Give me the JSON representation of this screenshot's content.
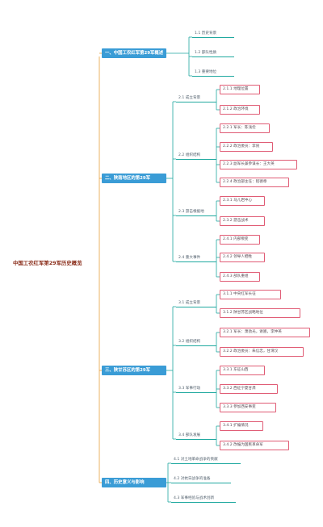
{
  "root": {
    "label": "中国工农红军第29军历史概览"
  },
  "sections": [
    {
      "label": "一、中国工农红军第29军概述",
      "items": [
        "1.1 历史背景",
        "1.2 部队性质",
        "1.3 重要地位"
      ]
    },
    {
      "label": "二、陕南地区的第29军",
      "subsections": [
        {
          "label": "2.1 成立背景",
          "items": [
            "2.1.1 地理位置",
            "2.1.2 政治环境"
          ]
        },
        {
          "label": "2.2 组织结构",
          "items": [
            "2.2.1 军长：陈浅伦",
            "2.2.2 政治委员：李艮",
            "2.2.3 副军长兼参谋长：王大英",
            "2.2.4 政治部主任：程德章"
          ]
        },
        {
          "label": "2.3 游击根据地",
          "items": [
            "2.3.1 马儿岩中心",
            "2.3.2 游击战术"
          ]
        },
        {
          "label": "2.4 重大事件",
          "items": [
            "2.4.1 内部叛变",
            "2.4.2 领导人牺牲",
            "2.4.3 部队重组"
          ]
        }
      ]
    },
    {
      "label": "三、陕甘苏区的第29军",
      "subsections": [
        {
          "label": "3.1 成立背景",
          "items": [
            "3.1.1 中央红军长征",
            "3.1.2 陕甘苏区战略地位"
          ]
        },
        {
          "label": "3.2 组织结构",
          "items": [
            "3.2.1 军长：萧劲光，谢嵩，李仲英",
            "3.2.2 政治委员：朱信忠，甘渭汉"
          ]
        },
        {
          "label": "3.3 军事行动",
          "items": [
            "3.3.1 东征山西",
            "3.3.2 西征宁夏甘肃",
            "3.3.3 参加西安事变"
          ]
        },
        {
          "label": "3.4 部队发展",
          "items": [
            "3.4.1 扩编情况",
            "3.4.2 改编为国民革命军"
          ]
        }
      ]
    },
    {
      "label": "四、历史意义与影响",
      "items": [
        "4.1 对土地革命战争的贡献",
        "4.2 对抗日战争的准备",
        "4.3 军事经验与战术创新"
      ]
    }
  ],
  "colors": {
    "root_text": "#8b2f1c",
    "section_fill": "#3a9cd6",
    "connector": "#20a9a0",
    "leaf_border": "#e05c75",
    "root_connector": "#e6a03c"
  }
}
